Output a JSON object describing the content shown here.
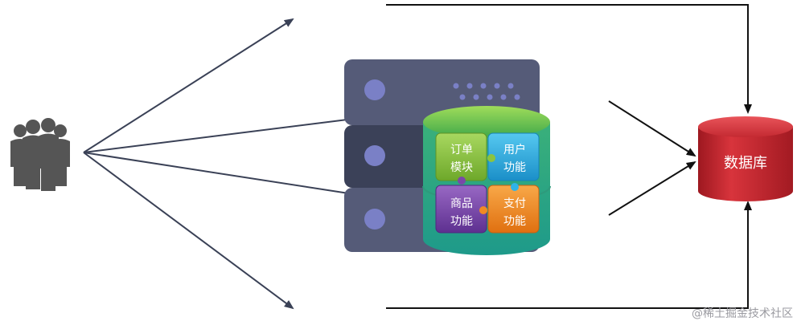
{
  "modules": {
    "order": {
      "line1": "订单",
      "line2": "模块",
      "color": "#8cc43e"
    },
    "user": {
      "line1": "用户",
      "line2": "功能",
      "color": "#2fb3e8"
    },
    "product": {
      "line1": "商品",
      "line2": "功能",
      "color": "#7a48a8"
    },
    "payment": {
      "line1": "支付",
      "line2": "功能",
      "color": "#f08a24"
    }
  },
  "database": {
    "label": "数据库",
    "color": "#c8262e"
  },
  "watermark": "@稀土掘金技术社区",
  "icons": {
    "users": "users-group-icon",
    "server": "server-stack-icon"
  }
}
